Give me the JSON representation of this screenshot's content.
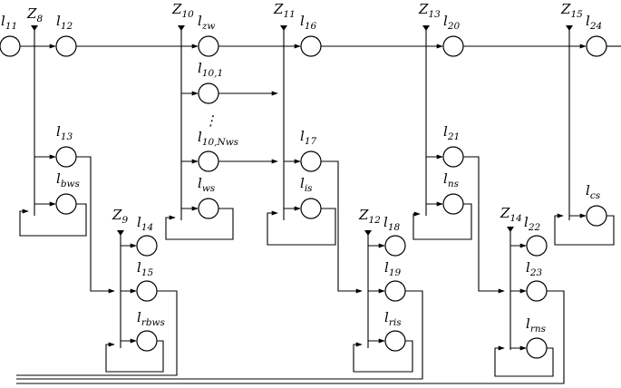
{
  "diagram": {
    "transitions": [
      {
        "id": "z8",
        "name": "Z",
        "sub": "8"
      },
      {
        "id": "z9",
        "name": "Z",
        "sub": "9"
      },
      {
        "id": "z10",
        "name": "Z",
        "sub": "10"
      },
      {
        "id": "z11",
        "name": "Z",
        "sub": "11"
      },
      {
        "id": "z12",
        "name": "Z",
        "sub": "12"
      },
      {
        "id": "z13",
        "name": "Z",
        "sub": "13"
      },
      {
        "id": "z14",
        "name": "Z",
        "sub": "14"
      },
      {
        "id": "z15",
        "name": "Z",
        "sub": "15"
      }
    ],
    "places": [
      {
        "id": "l11",
        "name": "l",
        "sub": "11"
      },
      {
        "id": "l12",
        "name": "l",
        "sub": "12"
      },
      {
        "id": "l13",
        "name": "l",
        "sub": "13"
      },
      {
        "id": "lbws",
        "name": "l",
        "sub": "bws"
      },
      {
        "id": "l14",
        "name": "l",
        "sub": "14"
      },
      {
        "id": "l15",
        "name": "l",
        "sub": "15"
      },
      {
        "id": "lrbws",
        "name": "l",
        "sub": "rbws"
      },
      {
        "id": "lzw",
        "name": "l",
        "sub": "zw"
      },
      {
        "id": "l101",
        "name": "l",
        "sub": "10,1"
      },
      {
        "id": "l10n",
        "name": "l",
        "sub": "10,Nws"
      },
      {
        "id": "lws",
        "name": "l",
        "sub": "ws"
      },
      {
        "id": "l16",
        "name": "l",
        "sub": "16"
      },
      {
        "id": "l17",
        "name": "l",
        "sub": "17"
      },
      {
        "id": "lis",
        "name": "l",
        "sub": "is"
      },
      {
        "id": "l18",
        "name": "l",
        "sub": "18"
      },
      {
        "id": "l19",
        "name": "l",
        "sub": "19"
      },
      {
        "id": "lris",
        "name": "l",
        "sub": "ris"
      },
      {
        "id": "l20",
        "name": "l",
        "sub": "20"
      },
      {
        "id": "l21",
        "name": "l",
        "sub": "21"
      },
      {
        "id": "lns",
        "name": "l",
        "sub": "ns"
      },
      {
        "id": "l22",
        "name": "l",
        "sub": "22"
      },
      {
        "id": "l23",
        "name": "l",
        "sub": "23"
      },
      {
        "id": "lrns",
        "name": "l",
        "sub": "rns"
      },
      {
        "id": "l24",
        "name": "l",
        "sub": "24"
      },
      {
        "id": "lcs",
        "name": "l",
        "sub": "cs"
      }
    ],
    "ellipsis": "⋮"
  }
}
